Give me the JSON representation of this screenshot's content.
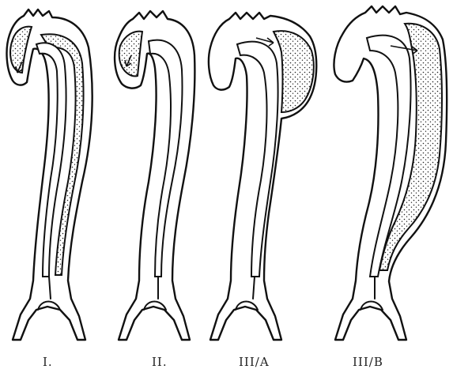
{
  "figure": {
    "panels": [
      {
        "id": "type-1",
        "label": "I."
      },
      {
        "id": "type-2",
        "label": "II."
      },
      {
        "id": "type-3a",
        "label": "III/A"
      },
      {
        "id": "type-3b",
        "label": "III/B"
      }
    ]
  }
}
